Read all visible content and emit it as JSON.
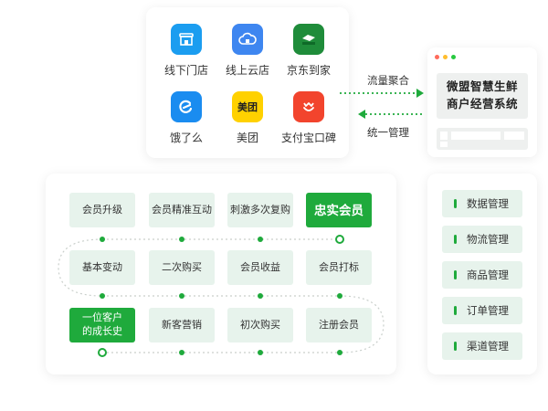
{
  "channels": [
    {
      "label": "线下门店",
      "icon": "store-icon",
      "color": "#1b9df0"
    },
    {
      "label": "线上云店",
      "icon": "cloud-store-icon",
      "color": "#3e86f0"
    },
    {
      "label": "京东到家",
      "icon": "jd-daojia-icon",
      "color": "#1f8c3a"
    },
    {
      "label": "饿了么",
      "icon": "eleme-icon",
      "color": "#1a8cf0"
    },
    {
      "label": "美团",
      "icon": "meituan-icon",
      "color": "#ffd100",
      "icon_text": "美团"
    },
    {
      "label": "支付宝口碑",
      "icon": "koubei-icon",
      "color": "#f2442d"
    }
  ],
  "system": {
    "title_line1": "微盟智慧生鲜",
    "title_line2": "商户经营系统",
    "dot_colors": [
      "#ff6b5b",
      "#ffbd2e",
      "#27c93f"
    ]
  },
  "connectors": {
    "top_label": "流量聚合",
    "bottom_label": "统一管理",
    "color": "#1faa3c"
  },
  "growth_rows": [
    [
      "会员升级",
      "会员精准互动",
      "刺激多次复购",
      "忠实会员"
    ],
    [
      "基本变动",
      "二次购买",
      "会员收益",
      "会员打标"
    ],
    [
      "一位客户的成长史",
      "新客营销",
      "初次购买",
      "注册会员"
    ]
  ],
  "management_items": [
    "数据管理",
    "物流管理",
    "商品管理",
    "订单管理",
    "渠道管理"
  ],
  "colors": {
    "accent": "#1faa3c",
    "tile": "#e7f3ec"
  }
}
